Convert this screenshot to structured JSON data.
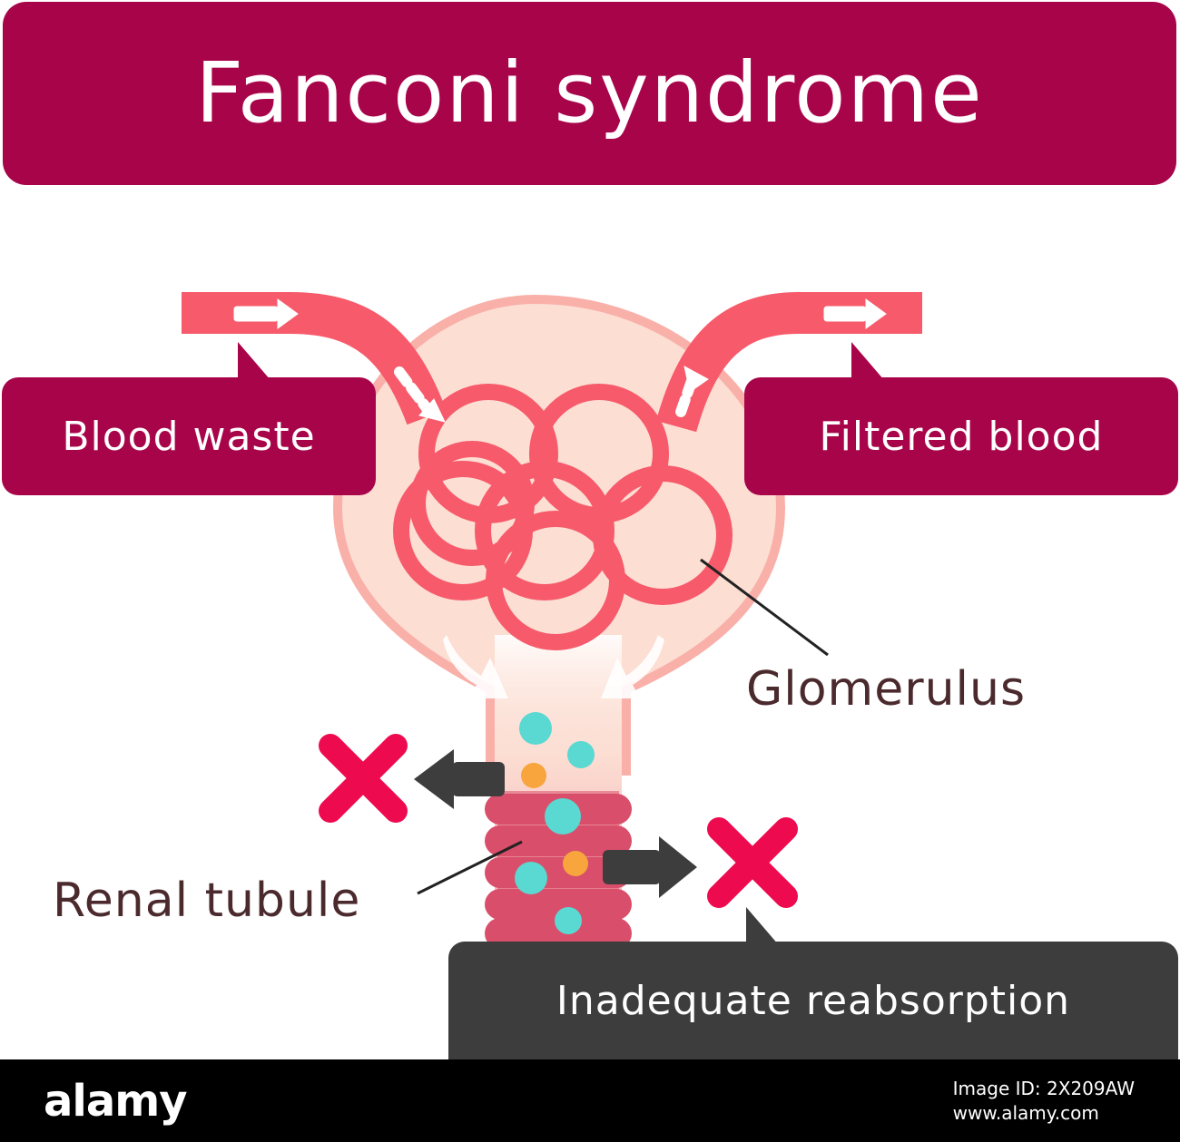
{
  "title": "Fanconi syndrome",
  "callouts": {
    "blood_waste": "Blood waste",
    "filtered_blood": "Filtered blood",
    "inadequate_reabsorption": "Inadequate reabsorption"
  },
  "labels": {
    "glomerulus": "Glomerulus",
    "renal_tubule": "Renal tubule"
  },
  "footer": {
    "logo": "alamy",
    "image_id_label": "Image ID: 2X209AW",
    "site": "www.alamy.com"
  },
  "colors": {
    "banner": "#a8044a",
    "vessel": "#f75a6a",
    "capsule_fill": "#fcded3",
    "capsule_stroke": "#f9b0a9",
    "tubule": "#d94e6a",
    "cross": "#ee0a4f",
    "dark_arrow": "#3d3d3d",
    "particle_teal": "#5ad8d2",
    "particle_orange": "#f7a53c",
    "label_text": "#4b2a2e",
    "footer": "#000000"
  },
  "icons": {
    "cross": "x-mark-icon",
    "arrow": "arrow-right-icon"
  }
}
